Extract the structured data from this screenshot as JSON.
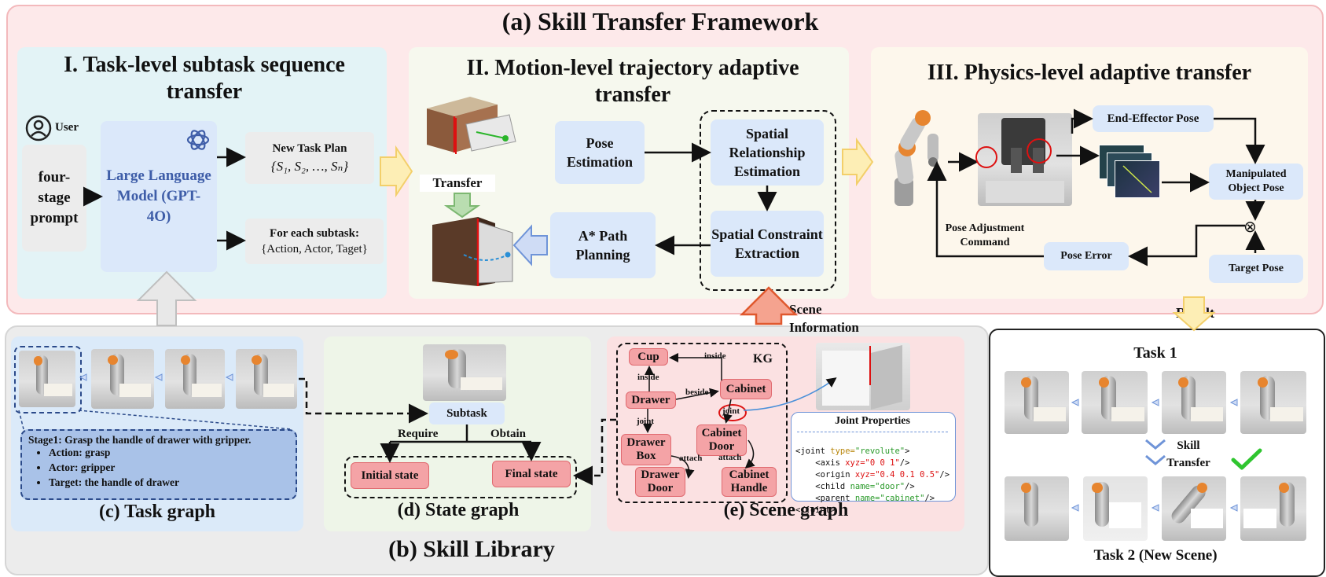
{
  "framework": {
    "title": "(a) Skill Transfer Framework"
  },
  "section1": {
    "title": "I. Task-level subtask sequence transfer",
    "user_label": "User",
    "prompt": "four-stage prompt",
    "llm": "Large Language Model (GPT-4O)",
    "new_plan_title": "New Task Plan",
    "new_plan_seq": "{S₁, S₂, …, Sₙ}",
    "subtask_title": "For each subtask:",
    "subtask_tuple": "{Action, Actor, Taget}"
  },
  "section2": {
    "title": "II. Motion-level  trajectory adaptive transfer",
    "transfer_label": "Transfer",
    "pose_estimation": "Pose Estimation",
    "spatial_relationship": "Spatial Relationship Estimation",
    "spatial_constraint": "Spatial Constraint Extraction",
    "astar": "A*  Path Planning"
  },
  "section3": {
    "title": "III. Physics-level adaptive transfer",
    "end_effector": "End-Effector Pose",
    "manipulated": "Manipulated Object Pose",
    "target_pose": "Target Pose",
    "pose_error": "Pose Error",
    "pose_adjust": "Pose Adjustment Command",
    "otimes": "⊗"
  },
  "scene_info_label": "Scene Information",
  "result_label": "Result",
  "library": {
    "title": "(b) Skill Library"
  },
  "task_graph": {
    "title": "(c) Task graph",
    "stage": "Stage1: Grasp the handle of drawer with gripper.",
    "bullets": [
      "Action: grasp",
      "Actor: gripper",
      "Target: the handle of drawer"
    ]
  },
  "state_graph": {
    "title": "(d) State graph",
    "subtask": "Subtask",
    "require": "Require",
    "obtain": "Obtain",
    "initial": "Initial state",
    "final": "Final state"
  },
  "scene_graph": {
    "title": "(e) Scene graph",
    "kg": "KG",
    "nodes": {
      "cup": "Cup",
      "drawer": "Drawer",
      "cabinet": "Cabinet",
      "drawer_box": "Drawer Box",
      "cabinet_door": "Cabinet Door",
      "drawer_door": "Drawer Door",
      "cabinet_handle": "Cabinet Handle"
    },
    "edges": {
      "inside1": "inside",
      "inside2": "inside",
      "beside": "beside",
      "joint1": "joint",
      "joint2": "joint",
      "attach1": "attach",
      "attach2": "attach"
    },
    "joint_props_title": "Joint Properties",
    "code": {
      "l1_tag": "<joint",
      "l1_attr": "type=",
      "l1_val": "\"revolute\"",
      "l1_end": ">",
      "l2_tag": "<axis",
      "l2_attr": "xyz=",
      "l2_val": "\"0 0 1\"",
      "l2_end": "/>",
      "l3_tag": "<origin",
      "l3_attr": "xyz=",
      "l3_val": "\"0.4 0.1 0.5\"",
      "l3_end": "/>",
      "l4_tag": "<child",
      "l4_attr": "name=",
      "l4_val": "\"door\"",
      "l4_end": "/>",
      "l5_tag": "<parent",
      "l5_attr": "name=",
      "l5_val": "\"cabinet\"",
      "l5_end": "/>",
      "l6": "</joint>"
    }
  },
  "results": {
    "task1": "Task 1",
    "skill_transfer": "Skill Transfer",
    "task2": "Task 2 (New Scene)"
  },
  "colors": {
    "framework_bg": "#fde9ea",
    "framework_border": "#f3b9bc",
    "sec1_bg": "#e3f3f6",
    "sec2_bg": "#f6f8ee",
    "sec3_bg": "#fdf7ec",
    "library_bg": "#ececec",
    "task_bg": "#dbeaf9",
    "state_bg": "#eef5e8",
    "scene_bg": "#fbe1e2",
    "box_blue": "#dbe8fa",
    "node_pink": "#f4a3a6",
    "llm_text": "#3e5da8"
  },
  "icons": [
    "user-icon",
    "openai-logo",
    "red-check-icon",
    "large-arrows"
  ]
}
